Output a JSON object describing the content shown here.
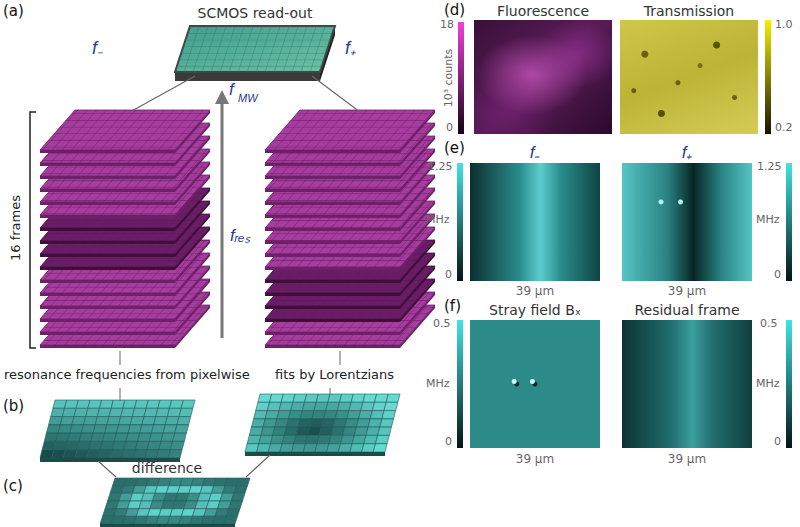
{
  "diagram": {
    "nodes": [
      {
        "text": [
          "SCMOS read-out"
        ]
      },
      {
        "text": [
          "difference"
        ]
      },
      {
        "text": [
          "Fluorescence"
        ]
      },
      {
        "text": [
          "Transmission"
        ]
      },
      {
        "text": [
          "f₋"
        ]
      },
      {
        "text": [
          "f₊"
        ]
      },
      {
        "text": [
          "Stray field Bₓ"
        ]
      },
      {
        "text": [
          "Residual frame"
        ]
      }
    ],
    "labels": [
      "(a)",
      "f₋",
      "f₊",
      "f",
      "MW",
      "16 frames",
      "fᵣₑₛ",
      "resonance frequencies from pixelwise",
      "fits by Lorentzians",
      "(b)",
      "(c)",
      "(d)",
      "18",
      "10³ counts",
      "0",
      "1.0",
      "0.2",
      "(e)",
      "1.25",
      "MHz",
      "0",
      "39 μm",
      "39 μm",
      "1.25",
      "MHz",
      "0",
      "(f)",
      "0.5",
      "MHz",
      "0",
      "39 μm",
      "39 μm",
      "0.5",
      "MHz",
      "0"
    ]
  }
}
